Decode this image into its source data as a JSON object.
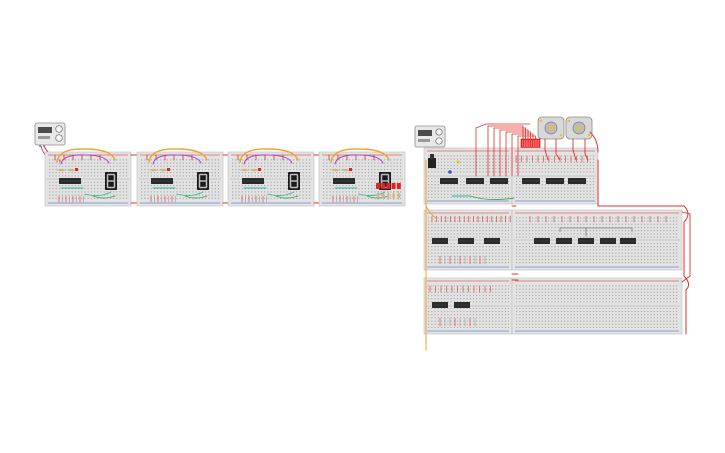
{
  "canvas": {
    "title": "",
    "background": "#ffffff"
  },
  "colors": {
    "board": "#e3e3e3",
    "board_edge": "#bdbdbd",
    "hole": "#8f8f8f",
    "rail_red": "#d9302a",
    "rail_blue": "#2f57c8",
    "wire_red": "#e0302a",
    "wire_orange": "#f2a12a",
    "wire_purple": "#a64fd0",
    "wire_teal": "#2db7a8",
    "wire_green": "#3aa648",
    "wire_gray": "#9a9a9a",
    "chip": "#2b2b2b",
    "display": "#1a1a1a",
    "segment": "#bfbfbf",
    "led_red": "#e02424",
    "resistor": "#d9b27a",
    "power_supply": "#e8e8e8",
    "led_bar": "#f02a2a"
  },
  "left_system": {
    "power_supply": "bench-power-supply",
    "modules": [
      {
        "name": "counter-module-1"
      },
      {
        "name": "counter-module-2"
      },
      {
        "name": "counter-module-3"
      },
      {
        "name": "counter-module-4"
      }
    ],
    "leds": 5
  },
  "right_system": {
    "power_supply": "bench-power-supply",
    "boards": 6,
    "motors": 2,
    "led_array": "led-bar-graph"
  }
}
